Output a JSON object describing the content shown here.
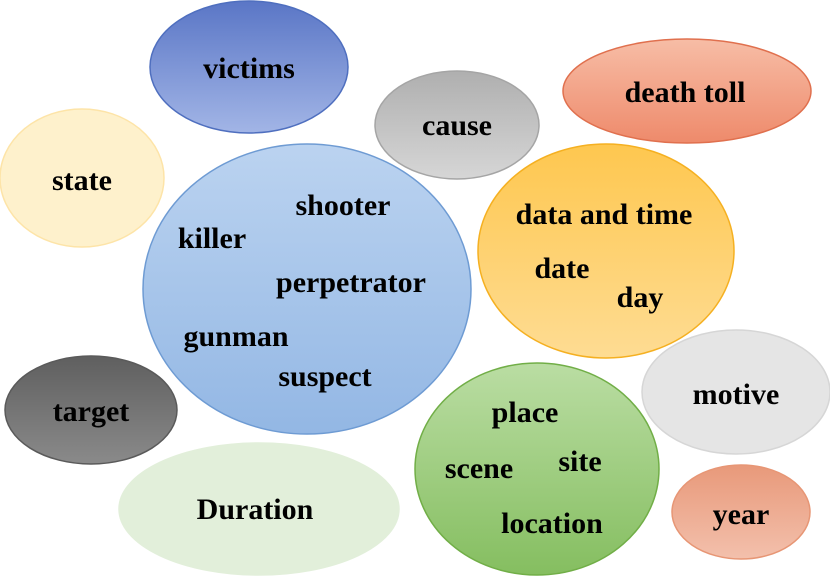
{
  "bubbles": [
    {
      "id": "victims",
      "terms": [
        "victims"
      ],
      "fill": "#8FA6DA",
      "stroke": "#4F6FBF"
    },
    {
      "id": "cause",
      "terms": [
        "cause"
      ],
      "fill": "#C6C6C6",
      "stroke": "#A5A5A5"
    },
    {
      "id": "death-toll",
      "terms": [
        "death toll"
      ],
      "fill": "#F29E84",
      "stroke": "#E0704E"
    },
    {
      "id": "state",
      "terms": [
        "state"
      ],
      "fill": "#FEF1CC",
      "stroke": "#FDE4A8"
    },
    {
      "id": "shooter",
      "terms": [
        "shooter",
        "killer",
        "perpetrator",
        "gunman",
        "suspect"
      ],
      "fill": "#A9C6EA",
      "stroke": "#6E9BD3"
    },
    {
      "id": "datetime",
      "terms": [
        "data and time",
        "date",
        "day"
      ],
      "fill": "#FED06E",
      "stroke": "#F5B021"
    },
    {
      "id": "motive",
      "terms": [
        "motive"
      ],
      "fill": "#E5E5E5",
      "stroke": "#D6D6D6"
    },
    {
      "id": "target",
      "terms": [
        "target"
      ],
      "fill": "#777777",
      "stroke": "#5A5A5A"
    },
    {
      "id": "place",
      "terms": [
        "place",
        "site",
        "scene",
        "location"
      ],
      "fill": "#A5D08A",
      "stroke": "#71AE47"
    },
    {
      "id": "duration",
      "terms": [
        "Duration"
      ],
      "fill": "#E2EFDA",
      "stroke": "#E2EFDA"
    },
    {
      "id": "year",
      "terms": [
        "year"
      ],
      "fill": "#F0AE94",
      "stroke": "#E79675"
    }
  ]
}
